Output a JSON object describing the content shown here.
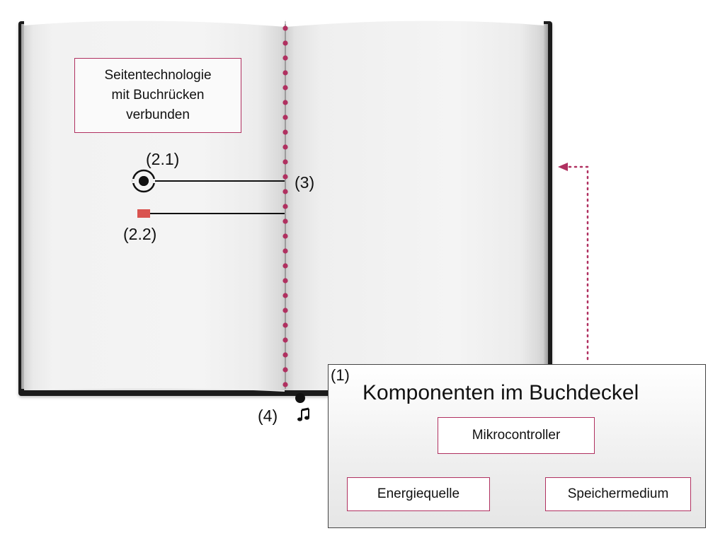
{
  "info_box": {
    "lines": [
      "Seitentechnologie",
      "mit Buchrücken",
      "verbunden"
    ]
  },
  "labels": {
    "sensor_21": "(2.1)",
    "sensor_22": "(2.2)",
    "spine_3": "(3)",
    "speaker_4": "(4)"
  },
  "panel": {
    "number": "(1)",
    "title": "Komponenten im Buchdeckel",
    "nodes": {
      "microcontroller": "Mikrocontroller",
      "energy": "Energiequelle",
      "storage": "Speichermedium"
    }
  },
  "icons": {
    "sensor_21": "concentric-circle-target",
    "sensor_22": "red-square",
    "speaker": "music-note",
    "arrow": "dotted-arrow-left"
  },
  "colors": {
    "accent": "#b03060",
    "square": "#d9534f",
    "book_cover": "#1b1b1b"
  }
}
